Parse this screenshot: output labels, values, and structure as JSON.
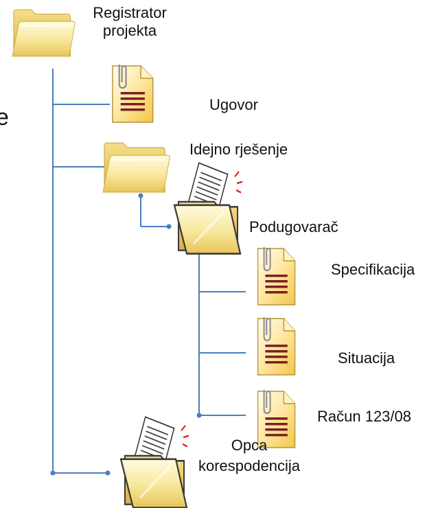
{
  "tree": {
    "root": {
      "label_line1": "Registrator",
      "label_line2": "projekta",
      "icon": "folder-icon"
    },
    "ugovor": {
      "label": "Ugovor",
      "icon": "document-icon"
    },
    "idejno": {
      "label": "Idejno rješenje",
      "icon": "folder-icon"
    },
    "podugovarac": {
      "label": "Podugovarač",
      "icon": "open-folder-with-paper-icon"
    },
    "specifikacija": {
      "label": "Specifikacija",
      "icon": "document-icon"
    },
    "situacija": {
      "label": "Situacija",
      "icon": "document-icon"
    },
    "racun": {
      "label": "Račun 123/08",
      "icon": "document-icon"
    },
    "opca": {
      "label_line1": "Opca",
      "label_line2": "korespodencija",
      "icon": "open-folder-with-paper-icon"
    }
  },
  "cropped_fragment": "e",
  "colors": {
    "connector": "#4a7dbf",
    "folder_light": "#fdf3b0",
    "folder_dark": "#e9c75a",
    "doc_ink": "#7a2020"
  }
}
